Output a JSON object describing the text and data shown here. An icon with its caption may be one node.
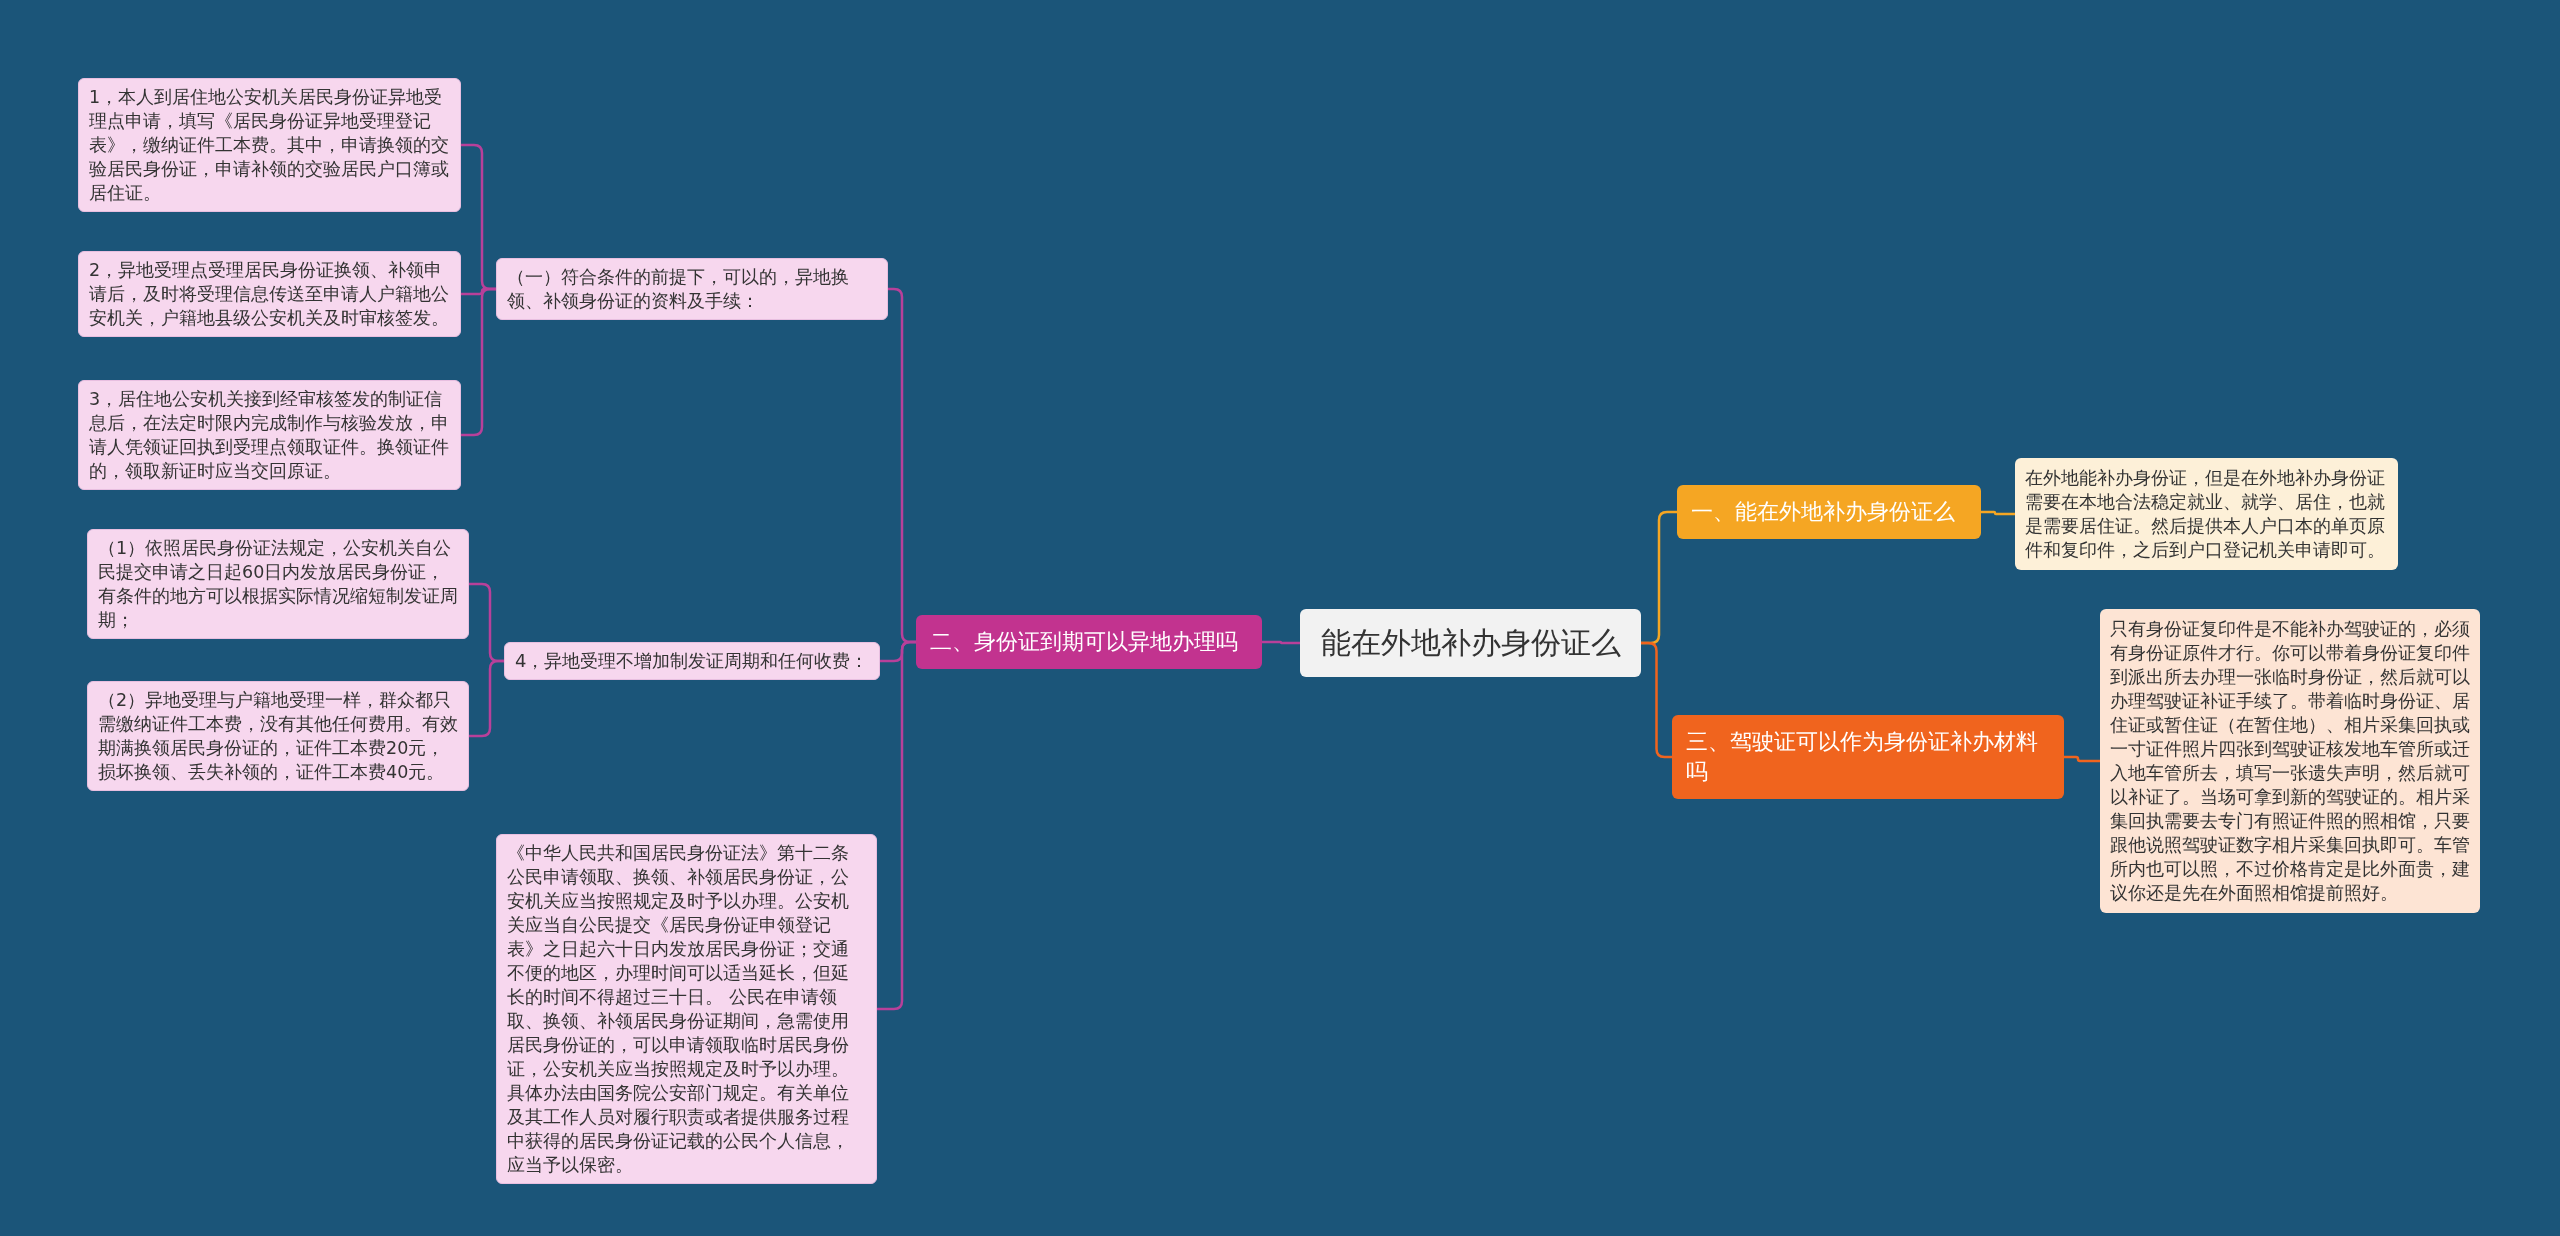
{
  "diagram": {
    "nodes": [
      {
        "text": [
          "能在外地补办身份证么"
        ]
      },
      {
        "text": [
          "一、能在外地补办身份证么"
        ]
      },
      {
        "text": [
          "在外地能补办身份证，但是在外地补办身份证需要在本地合法稳定就业、就学、居住，也就是需要居住证。然后提供本人户口本的单页原件和复印件，之后到户口登记机关申请即可。"
        ]
      },
      {
        "text": [
          "三、驾驶证可以作为身份证补办材料吗"
        ]
      },
      {
        "text": [
          "只有身份证复印件是不能补办驾驶证的，必须有身份证原件才行。你可以带着身份证复印件到派出所去办理一张临时身份证，然后就可以办理驾驶证补证手续了。带着临时身份证、居住证或暂住证（在暂住地）、相片采集回执或一寸证件照片四张到驾驶证核发地车管所或迁入地车管所去，填写一张遗失声明，然后就可以补证了。当场可拿到新的驾驶证的。相片采集回执需要去专门有照证件照的照相馆，只要跟他说照驾驶证数字相片采集回执即可。车管所内也可以照，不过价格肯定是比外面贵，建议你还是先在外面照相馆提前照好。"
        ]
      },
      {
        "text": [
          "二、身份证到期可以异地办理吗"
        ]
      },
      {
        "text": [
          "（一）符合条件的前提下，可以的，异地换领、补领身份证的资料及手续："
        ]
      },
      {
        "text": [
          "1，本人到居住地公安机关居民身份证异地受理点申请，填写《居民身份证异地受理登记表》，缴纳证件工本费。其中，申请换领的交验居民身份证，申请补领的交验居民户口簿或居住证。"
        ]
      },
      {
        "text": [
          "2，异地受理点受理居民身份证换领、补领申请后，及时将受理信息传送至申请人户籍地公安机关，户籍地县级公安机关及时审核签发。"
        ]
      },
      {
        "text": [
          "3，居住地公安机关接到经审核签发的制证信息后，在法定时限内完成制作与核验发放，申请人凭领证回执到受理点领取证件。换领证件的，领取新证时应当交回原证。"
        ]
      },
      {
        "text": [
          "4，异地受理不增加制发证周期和任何收费："
        ]
      },
      {
        "text": [
          "（1）依照居民身份证法规定，公安机关自公民提交申请之日起60日内发放居民身份证，有条件的地方可以根据实际情况缩短制发证周期；"
        ]
      },
      {
        "text": [
          "（2）异地受理与户籍地受理一样，群众都只需缴纳证件工本费，没有其他任何费用。有效期满换领居民身份证的，证件工本费20元，损坏换领、丢失补领的，证件工本费40元。"
        ]
      },
      {
        "text": [
          "《中华人民共和国居民身份证法》第十二条公民申请领取、换领、补领居民身份证，公安机关应当按照规定及时予以办理。公安机关应当自公民提交《居民身份证申领登记表》之日起六十日内发放居民身份证；交通不便的地区，办理时间可以适当延长，但延长的时间不得超过三十日。 公民在申请领取、换领、补领居民身份证期间，急需使用居民身份证的，可以申请领取临时居民身份证，公安机关应当按照规定及时予以办理。具体办法由国务院公安部门规定。有关单位及其工作人员对履行职责或者提供服务过程中获得的居民身份证记载的公民个人信息，应当予以保密。"
        ]
      }
    ],
    "edges": [
      {
        "from": 0,
        "to": 1,
        "arrow": "none",
        "color": "#f5a623"
      },
      {
        "from": 1,
        "to": 2,
        "arrow": "none",
        "color": "#f5a623"
      },
      {
        "from": 0,
        "to": 3,
        "arrow": "none",
        "color": "#f0641e"
      },
      {
        "from": 3,
        "to": 4,
        "arrow": "none",
        "color": "#f0641e"
      },
      {
        "from": 0,
        "to": 5,
        "arrow": "none"
      },
      {
        "from": 5,
        "to": 6,
        "arrow": "none"
      },
      {
        "from": 6,
        "to": 7,
        "arrow": "none"
      },
      {
        "from": 6,
        "to": 8,
        "arrow": "none"
      },
      {
        "from": 6,
        "to": 9,
        "arrow": "none"
      },
      {
        "from": 5,
        "to": 10,
        "arrow": "none"
      },
      {
        "from": 10,
        "to": 11,
        "arrow": "none"
      },
      {
        "from": 10,
        "to": 12,
        "arrow": "none"
      },
      {
        "from": 5,
        "to": 13,
        "arrow": "none"
      }
    ]
  }
}
